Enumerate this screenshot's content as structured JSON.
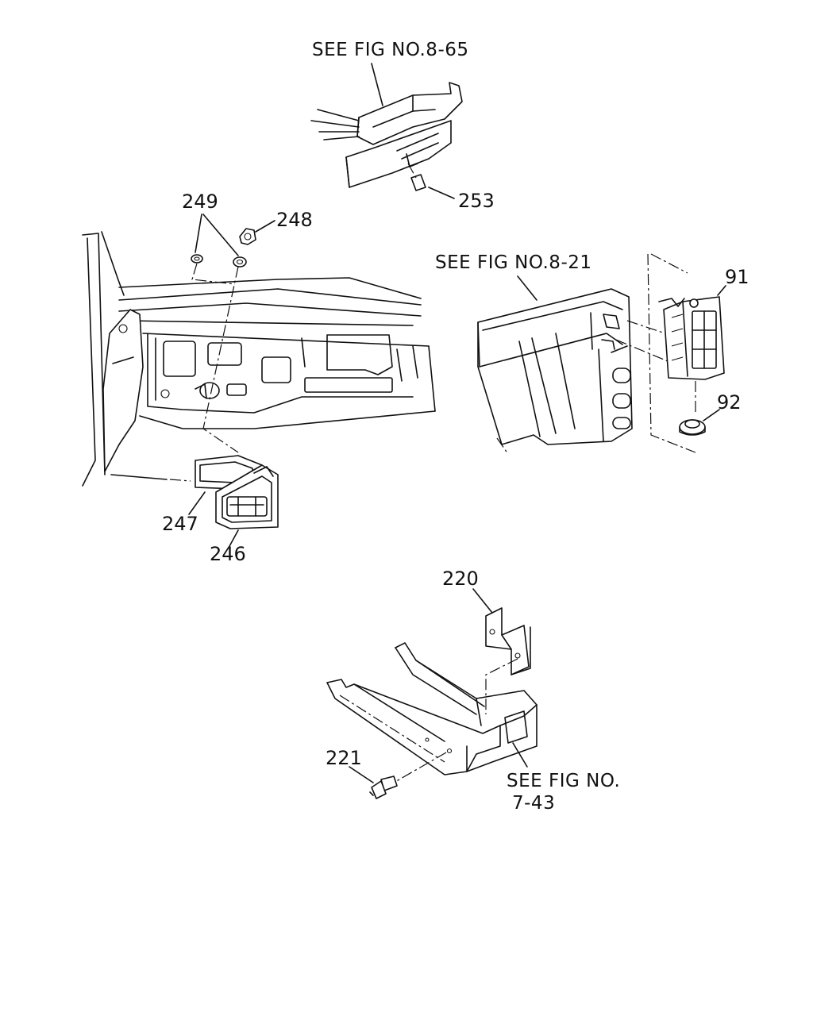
{
  "references": {
    "fig_8_65": "SEE FIG NO.8-65",
    "fig_8_21": "SEE FIG NO.8-21",
    "fig_7_43_line1": "SEE FIG NO.",
    "fig_7_43_line2": "7-43"
  },
  "callouts": {
    "p91": "91",
    "p92": "92",
    "p220": "220",
    "p221": "221",
    "p246": "246",
    "p247": "247",
    "p248": "248",
    "p249": "249",
    "p253": "253"
  }
}
